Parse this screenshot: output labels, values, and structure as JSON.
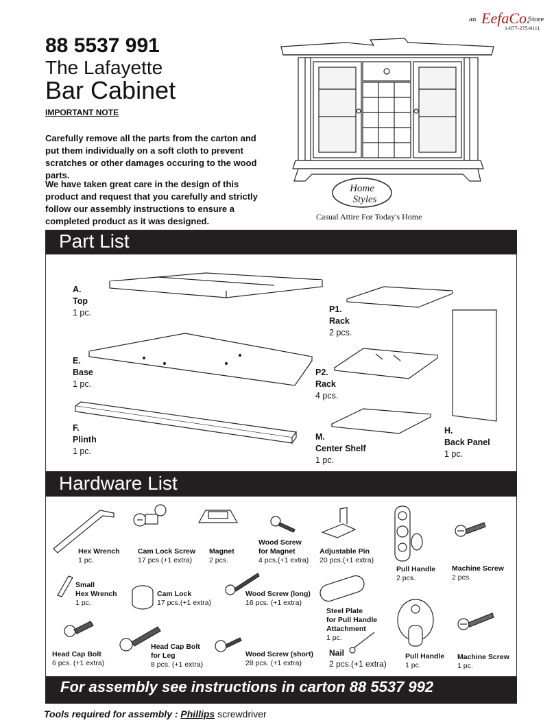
{
  "store": {
    "an": "an",
    "brand": "EefaCo.",
    "store": "Store",
    "phone": "1-877-275-9111"
  },
  "header": {
    "product_number": "88 5537 991",
    "title_line1": "The Lafayette",
    "title_line2": "Bar Cabinet",
    "important_note": "IMPORTANT NOTE",
    "paragraph1": "Carefully remove all the parts from the carton and put them individually on a soft cloth to prevent scratches or other damages occuring to the wood parts.",
    "paragraph2": "We have taken great care in the design of this product and request that you carefully and strictly follow our assembly instructions to ensure a completed product as it was designed.",
    "logo_line1": "Home",
    "logo_line2": "Styles",
    "tagline": "Casual Attire For  Today's Home"
  },
  "part_list": {
    "heading": "Part List",
    "parts": [
      {
        "letter": "A.",
        "name": "Top",
        "qty": "1 pc."
      },
      {
        "letter": "E.",
        "name": "Base",
        "qty": "1 pc."
      },
      {
        "letter": "F.",
        "name": "Plinth",
        "qty": "1 pc."
      },
      {
        "letter": "P1.",
        "name": "Rack",
        "qty": "2 pcs."
      },
      {
        "letter": "P2.",
        "name": "Rack",
        "qty": "4 pcs."
      },
      {
        "letter": "M.",
        "name": "Center Shelf",
        "qty": "1 pc."
      },
      {
        "letter": "H.",
        "name": "Back Panel",
        "qty": "1 pc."
      }
    ]
  },
  "hardware_list": {
    "heading": "Hardware List",
    "items": [
      {
        "name": "Hex Wrench",
        "qty": "1 pc."
      },
      {
        "name": "Cam Lock Screw",
        "qty": "17 pcs.(+1 extra)"
      },
      {
        "name": "Magnet",
        "qty": "2 pcs."
      },
      {
        "name": "Wood Screw\nfor Magnet",
        "qty": "4 pcs.(+1 extra)"
      },
      {
        "name": "Adjustable Pin",
        "qty": "20 pcs.(+1 extra)"
      },
      {
        "name": "Pull Handle",
        "qty": "2 pcs."
      },
      {
        "name": "Machine Screw",
        "qty": "2 pcs."
      },
      {
        "name": "Small\nHex Wrench",
        "qty": "1 pc."
      },
      {
        "name": "Cam Lock",
        "qty": "17 pcs.(+1 extra)"
      },
      {
        "name": "Wood Screw (long)",
        "qty": "16 pcs. (+1 extra)"
      },
      {
        "name": "Steel Plate\nfor Pull Handle\nAttachment",
        "qty": "1 pc."
      },
      {
        "name": "Head Cap Bolt",
        "qty": "6 pcs. (+1 extra)"
      },
      {
        "name": "Head Cap Bolt\nfor Leg",
        "qty": "8 pcs. (+1 extra)"
      },
      {
        "name": "Wood Screw (short)",
        "qty": "28 pcs. (+1 extra)"
      },
      {
        "name": "Nail",
        "qty": "2 pcs.(+1 extra)"
      },
      {
        "name": "Pull Handle",
        "qty": "1 pc."
      },
      {
        "name": "Machine Screw",
        "qty": "1 pc."
      }
    ]
  },
  "footer": {
    "assembly_note": "For assembly see instructions in carton 88 5537 992",
    "tools_prefix": "Tools required  for  assembly : ",
    "tools_tool": "Phillips",
    "tools_suffix": " screwdriver"
  }
}
